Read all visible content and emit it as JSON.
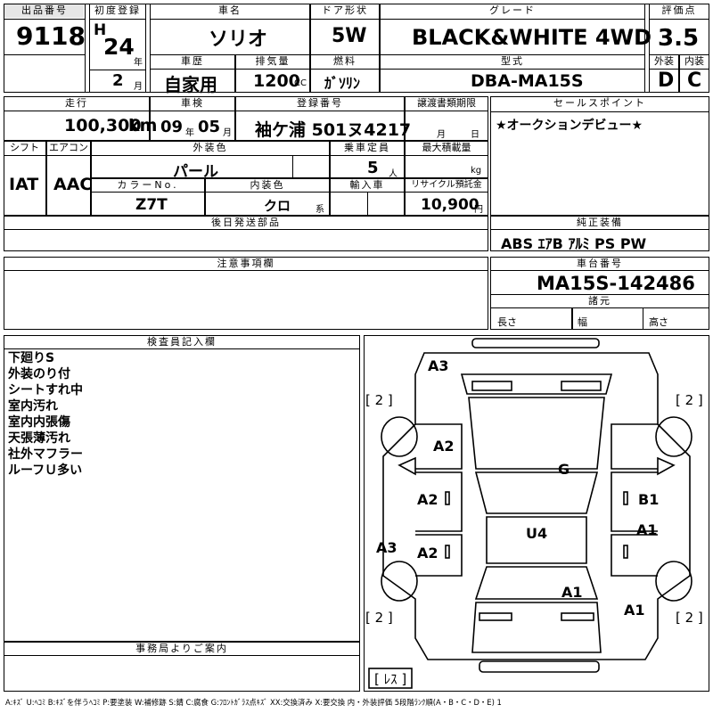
{
  "header": {
    "lot_no_label": "出品番号",
    "lot_no": "9118",
    "first_reg_label": "初度登録",
    "era": "H",
    "year": "24",
    "year_unit": "年",
    "month": "2",
    "month_unit": "月",
    "car_name_label": "車名",
    "car_name": "ソリオ",
    "door_label": "ドア形状",
    "door": "5W",
    "grade_label": "グレード",
    "grade": "BLACK&WHITE 4WD",
    "score_label": "評価点",
    "score": "3.5",
    "history_label": "車歴",
    "history": "自家用",
    "displacement_label": "排気量",
    "displacement": "1200",
    "displacement_unit": "CC",
    "fuel_label": "燃料",
    "fuel": "ｶﾞｿﾘﾝ",
    "model_label": "型式",
    "model": "DBA-MA15S",
    "exterior_label": "外装",
    "exterior": "D",
    "interior_label": "内装",
    "interior": "C"
  },
  "row2": {
    "mileage_label": "走行",
    "mileage": "100,300",
    "mileage_unit": "km",
    "inspection_label": "車検",
    "insp_year": "09",
    "insp_year_unit": "年",
    "insp_month": "05",
    "insp_month_unit": "月",
    "plate_label": "登録番号",
    "plate": "袖ケ浦 501ヌ4217",
    "transfer_label": "譲渡書類期限",
    "transfer_month_unit": "月",
    "transfer_day_unit": "日",
    "selling_label": "セールスポイント",
    "selling": "★オークションデビュー★"
  },
  "row3": {
    "shift_label": "シフト",
    "shift": "IAT",
    "ac_label": "エアコン",
    "ac": "AAC",
    "color_label": "外装色",
    "color": "パール",
    "capacity_label": "乗車定員",
    "capacity": "5",
    "capacity_unit": "人",
    "load_label": "最大積載量",
    "load_unit": "kg",
    "color_no_label": "カラーNo.",
    "color_no": "Z7T",
    "interior_color_label": "内装色",
    "interior_color": "クロ",
    "interior_color_unit": "系",
    "import_label": "輸入車",
    "recycle_label": "リサイクル預託金",
    "recycle": "10,900",
    "recycle_unit": "円"
  },
  "parts_label": "後日発送部品",
  "equipment_label": "純正装備",
  "equipment": "ABS ｴｱB ｱﾙﾐ PS PW",
  "caution_label": "注意事項欄",
  "chassis_label": "車台番号",
  "chassis": "MA15S-142486",
  "specs_label": "諸元",
  "length_label": "長さ",
  "width_label": "幅",
  "height_label": "高さ",
  "inspector_label": "検査員記入欄",
  "inspector_notes": [
    "下廻りS",
    "外装のり付",
    "シートすれ中",
    "室内汚れ",
    "室内内張傷",
    "天張薄汚れ",
    "社外マフラー",
    "ルーフＵ多い"
  ],
  "office_label": "事務局よりご案内",
  "diagram": {
    "a3_top": "A3",
    "a2_hood": "A2",
    "g": "G",
    "a2_left_upper": "A2",
    "a2_left_lower": "A2",
    "b1": "B1",
    "a1_right": "A1",
    "a3_left": "A3",
    "u4": "U4",
    "a1_roof": "A1",
    "a1_rear": "A1",
    "tire_fl": "[ 2 ]",
    "tire_fr": "[ 2 ]",
    "tire_rl": "[ 2 ]",
    "tire_rr": "[ 2 ]",
    "spare": "[ ﾚｽ ]"
  },
  "legend": "A:ｷｽﾞ U:ﾍｺﾐ B:ｷｽﾞを伴うﾍｺﾐ P:要塗装 W:補修跡 S:錆 C:腐食 G:ﾌﾛﾝﾄｶﾞﾗｽ点ｷｽﾞ XX:交換済み X:要交換 内・外装評価 5段階ﾗﾝｸ順(A・B・C・D・E) 1"
}
